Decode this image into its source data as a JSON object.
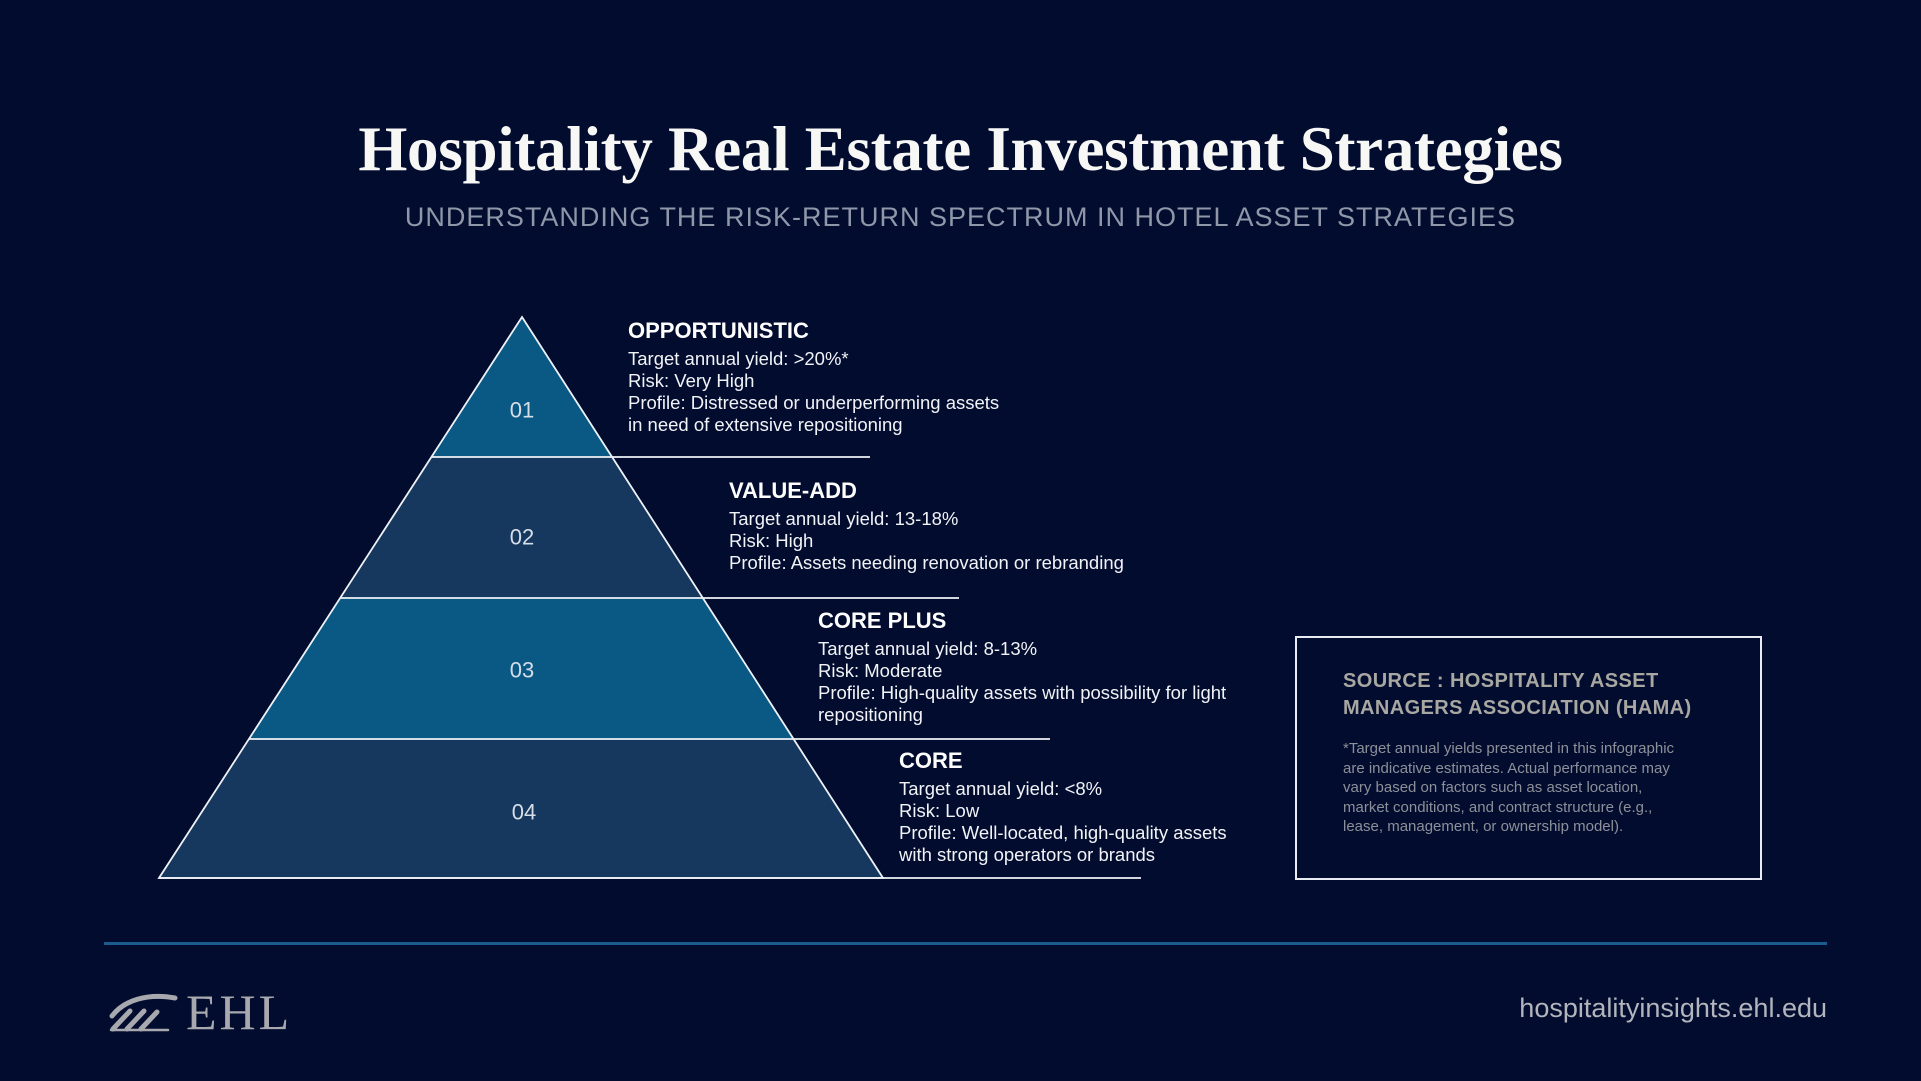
{
  "title": "Hospitality Real Estate Investment Strategies",
  "subtitle": "UNDERSTANDING THE RISK-RETURN SPECTRUM IN HOTEL ASSET STRATEGIES",
  "colors": {
    "background": "#020c2e",
    "tier_light": "#0a5985",
    "tier_dark": "#16385f",
    "title": "#f7f7f5",
    "subtitle": "#8f97a9",
    "source_heading": "#a8a7a2",
    "divider": "#1c5b8e",
    "logo": "#a7a9ae"
  },
  "tiers": [
    {
      "number": "01",
      "name": "OPPORTUNISTIC",
      "lines": [
        "Target annual yield: >20%*",
        "Risk: Very High",
        "Profile: Distressed or underperforming assets",
        "in need of extensive repositioning"
      ]
    },
    {
      "number": "02",
      "name": "VALUE-ADD",
      "lines": [
        "Target annual yield: 13-18%",
        "Risk: High",
        "Profile: Assets needing renovation or rebranding"
      ]
    },
    {
      "number": "03",
      "name": "CORE PLUS",
      "lines": [
        "Target annual yield: 8-13%",
        "Risk: Moderate",
        "Profile: High-quality assets with possibility for light",
        "repositioning"
      ]
    },
    {
      "number": "04",
      "name": "CORE",
      "lines": [
        "Target annual yield: <8%",
        "Risk: Low",
        "Profile: Well-located, high-quality assets",
        "with strong operators or brands"
      ]
    }
  ],
  "source": {
    "heading_lines": [
      "SOURCE : HOSPITALITY ASSET",
      "MANAGERS ASSOCIATION (HAMA)"
    ],
    "note_lines": [
      "*Target annual yields presented in this infographic",
      "are indicative estimates. Actual performance may",
      "vary based on factors such as asset location,",
      "market conditions, and contract structure (e.g.,",
      "lease, management, or ownership model)."
    ]
  },
  "footer": {
    "logo_icon": "ehl-wing-logo-icon",
    "logo_text": "EHL",
    "url": "hospitalityinsights.ehl.edu"
  }
}
